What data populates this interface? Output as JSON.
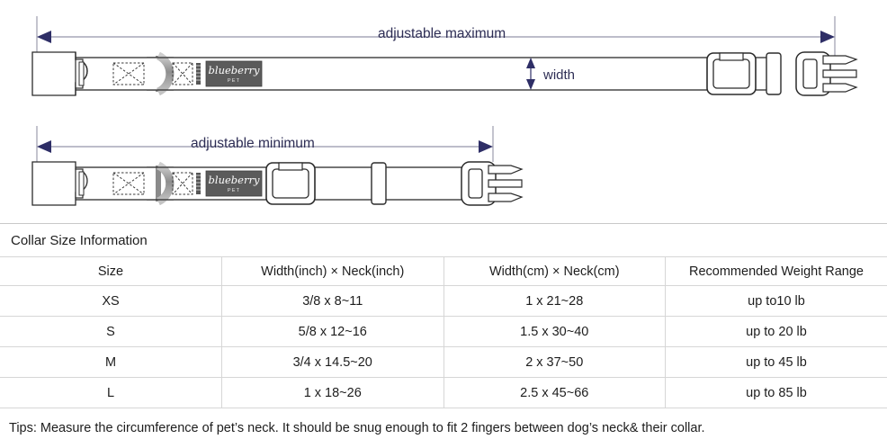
{
  "diagram": {
    "label_max": "adjustable maximum",
    "label_min": "adjustable minimum",
    "label_width": "width",
    "brand_name": "blueberry",
    "brand_sub": "PET",
    "colors": {
      "arrow": "#2e2e66",
      "dim_line": "#7b7b95",
      "outline": "#2b2b2b",
      "metal": "#9a9a9a",
      "tag": "#5b5b5b"
    }
  },
  "table": {
    "title": "Collar Size Information",
    "headers": [
      "Size",
      "Width(inch)  ×  Neck(inch)",
      "Width(cm)  ×  Neck(cm)",
      "Recommended Weight Range"
    ],
    "rows": [
      [
        "XS",
        "3/8 x 8~11",
        "1 x 21~28",
        "up to10 lb"
      ],
      [
        "S",
        "5/8 x 12~16",
        "1.5 x 30~40",
        "up to 20 lb"
      ],
      [
        "M",
        "3/4 x 14.5~20",
        "2 x 37~50",
        "up to 45 lb"
      ],
      [
        "L",
        "1 x 18~26",
        "2.5 x 45~66",
        "up to 85 lb"
      ]
    ],
    "tips": "Tips: Measure the circumference of pet’s neck. It should be snug enough to fit 2 fingers between dog’s neck& their collar."
  }
}
